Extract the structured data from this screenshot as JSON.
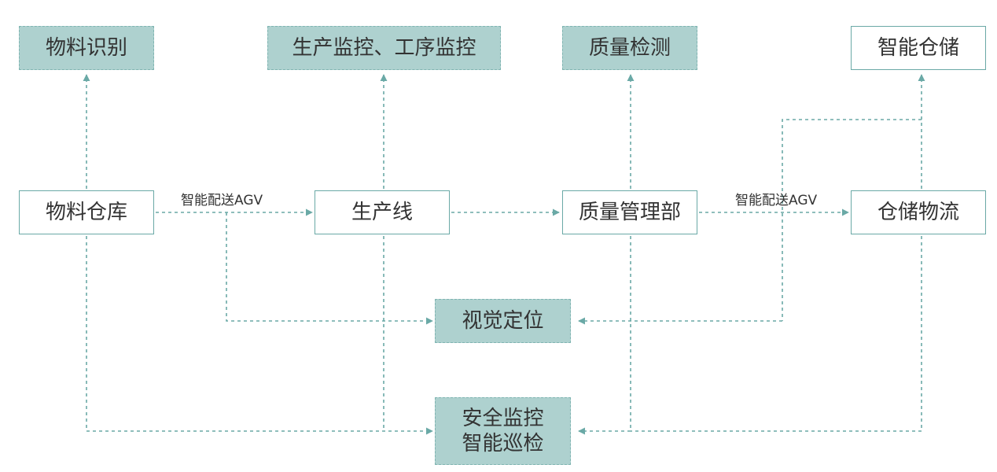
{
  "diagram": {
    "colors": {
      "connector": "#6aa9a6",
      "filled_box": "#aed1cf",
      "box_border": "#6aa9a6"
    },
    "nodes": {
      "material_id": "物料识别",
      "production_monitor": "生产监控、工序监控",
      "quality_inspection": "质量检测",
      "smart_storage": "智能仓储",
      "material_warehouse": "物料仓库",
      "production_line": "生产线",
      "quality_dept": "质量管理部",
      "storage_logistics": "仓储物流",
      "visual_positioning": "视觉定位",
      "safety_monitor": "安全监控",
      "smart_patrol": "智能巡检"
    },
    "edge_labels": {
      "agv_1": "智能配送AGV",
      "agv_2": "智能配送AGV"
    }
  }
}
